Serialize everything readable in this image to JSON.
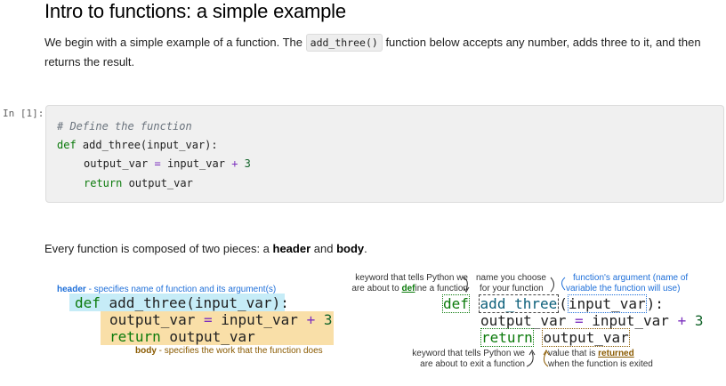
{
  "title": "Intro to functions: a simple example",
  "intro": {
    "before": "We begin with a simple example of a function. The",
    "code": "add_three()",
    "after": "function below accepts any number, adds three to it, and then returns the result."
  },
  "cell": {
    "prompt": "In [1]:",
    "lines": {
      "comment": "# Define the function",
      "def_kw": "def",
      "def_rest": " add_three(input_var):",
      "assign_lhs": "output_var",
      "assign_eq": " = ",
      "assign_rhs": "input_var",
      "assign_plus": " + ",
      "assign_num": "3",
      "return_kw": "return",
      "return_rest": " output_var"
    }
  },
  "pieces": {
    "before": "Every function is composed of two pieces: a ",
    "header": "header",
    "mid": " and ",
    "body": "body",
    "end": "."
  },
  "left_diagram": {
    "header_label": "header",
    "header_desc": " - specifies name of function and its argument(s)",
    "line1_kw": "def",
    "line1_rest": " add_three(input_var):",
    "line2_lhs": "output_var",
    "line2_eq": " = ",
    "line2_rhs": "input_var",
    "line2_plus": " + ",
    "line2_num": "3",
    "line3_kw": "return",
    "line3_rest": " output_var",
    "body_label": "body",
    "body_desc": " - specifies the work that the function does"
  },
  "right_diagram": {
    "ann_def_1": "keyword that tells Python we",
    "ann_def_2a": "are about to ",
    "ann_def_2b": "def",
    "ann_def_2c": "ine a function",
    "ann_name_1": "name you choose",
    "ann_name_2": "for your function",
    "ann_arg_1": "function's argument (name of",
    "ann_arg_2": "variable the function will use)",
    "ann_ret_1": "keyword that tells Python we",
    "ann_ret_2": "are about to exit a function",
    "ann_val_1a": "value that is ",
    "ann_val_1b": "returned",
    "ann_val_2": "when the function is exited",
    "kw_def": "def",
    "fn_name": "add_three",
    "arg": "input_var",
    "colon": ":",
    "paren_open": "(",
    "paren_close": ")",
    "line2_lhs": "output_var",
    "line2_eq": " = ",
    "line2_rhs": "input_var",
    "line2_plus": " + ",
    "line2_num": "3",
    "kw_return": "return",
    "ret_val": "output_var"
  }
}
